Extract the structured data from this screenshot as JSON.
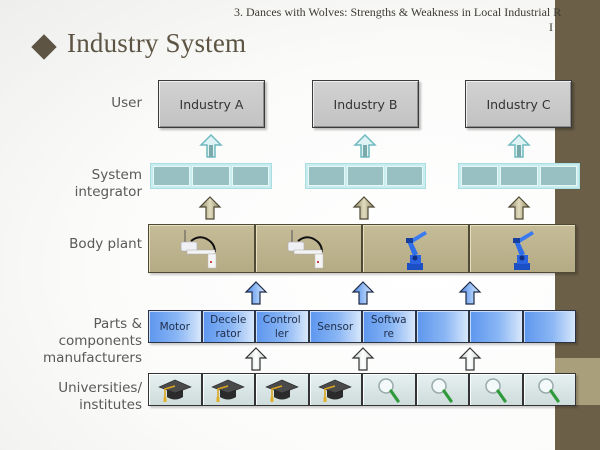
{
  "header": {
    "line1": "3. Dances with Wolves: Strengths & Weakness in Local Industrial R",
    "line2": "I"
  },
  "title": "Industry System",
  "title_bullet_icon": "diamond-bullet-icon",
  "colors": {
    "sidebar": "#6b5f48",
    "sidebar_band": "#a99f7a",
    "title": "#5d5443",
    "user_box": "#c8c8c8",
    "system_integrator": "#98bfc1",
    "body_plant": "#bdb48f",
    "parts": "#7aaaf2",
    "universities": "#dbe6e6"
  },
  "rows": {
    "user": {
      "label": "User",
      "boxes": [
        "Industry A",
        "Industry B",
        "Industry C"
      ]
    },
    "system_integrator": {
      "label_line1": "System",
      "label_line2": "integrator",
      "groups": 3,
      "cells_per_group": 3
    },
    "body_plant": {
      "label": "Body plant",
      "cells": [
        {
          "icon": "scara-robot-icon"
        },
        {
          "icon": "scara-robot-icon"
        },
        {
          "icon": "industrial-arm-robot-icon"
        },
        {
          "icon": "industrial-arm-robot-icon"
        }
      ]
    },
    "parts": {
      "label_line1": "Parts &",
      "label_line2": "components",
      "label_line3": "manufacturers",
      "cells": [
        {
          "line1": "Motor",
          "line2": ""
        },
        {
          "line1": "Decele",
          "line2": "rator"
        },
        {
          "line1": "Control",
          "line2": "ler"
        },
        {
          "line1": "Sensor",
          "line2": ""
        },
        {
          "line1": "Softwa",
          "line2": "re"
        },
        {
          "line1": "",
          "line2": ""
        },
        {
          "line1": "",
          "line2": ""
        },
        {
          "line1": "",
          "line2": ""
        }
      ]
    },
    "universities": {
      "label_line1": "Universities/",
      "label_line2": "institutes",
      "cells": [
        {
          "icon": "graduation-cap-icon"
        },
        {
          "icon": "graduation-cap-icon"
        },
        {
          "icon": "graduation-cap-icon"
        },
        {
          "icon": "graduation-cap-icon"
        },
        {
          "icon": "magnifier-icon"
        },
        {
          "icon": "magnifier-icon"
        },
        {
          "icon": "magnifier-icon"
        },
        {
          "icon": "magnifier-icon"
        }
      ]
    }
  },
  "arrows": {
    "si_to_user": {
      "icon": "light-cyan-up-arrow-icon",
      "count": 3
    },
    "body_to_si": {
      "icon": "khaki-up-arrow-icon",
      "count": 3
    },
    "parts_to_body": {
      "icon": "blue-up-arrow-icon",
      "count": 3
    },
    "uni_to_parts": {
      "icon": "white-up-arrow-icon",
      "count": 3
    }
  }
}
